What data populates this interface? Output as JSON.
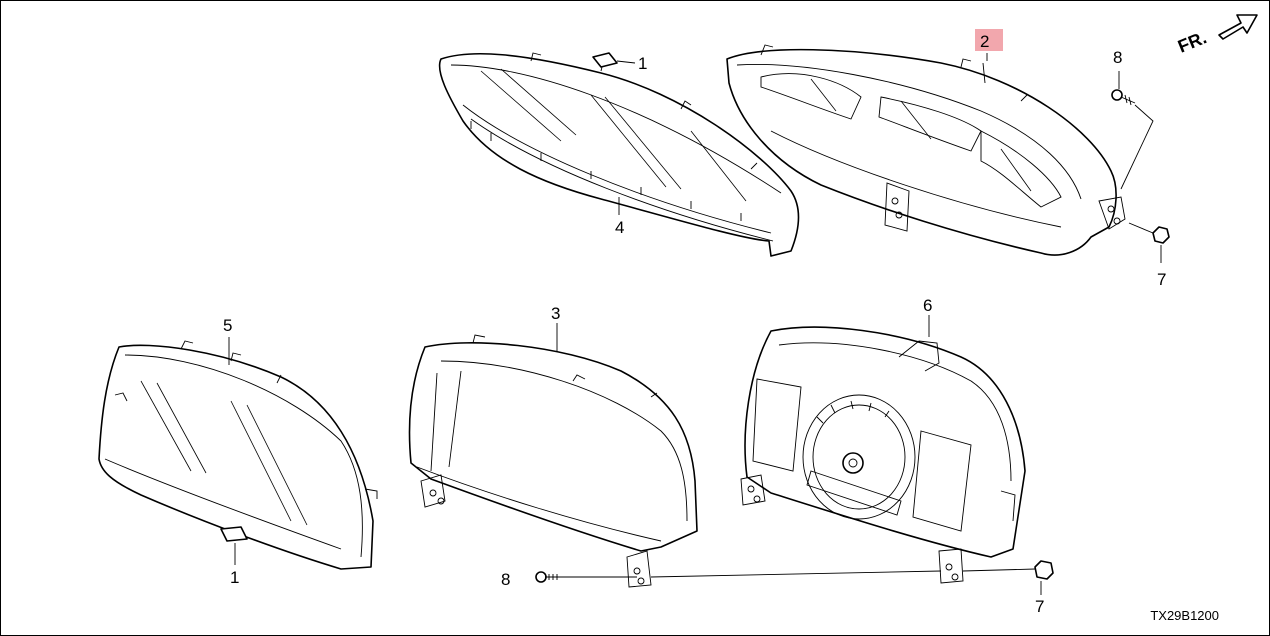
{
  "diagram": {
    "code": "TX29B1200",
    "direction_label": "FR.",
    "highlight_color": "#f2a7ad",
    "callouts": {
      "c1_top": "1",
      "c2": "2",
      "c8_top": "8",
      "c4": "4",
      "c7_top": "7",
      "c5": "5",
      "c3": "3",
      "c6": "6",
      "c1_bottom": "1",
      "c8_bottom": "8",
      "c7_bottom": "7"
    }
  }
}
